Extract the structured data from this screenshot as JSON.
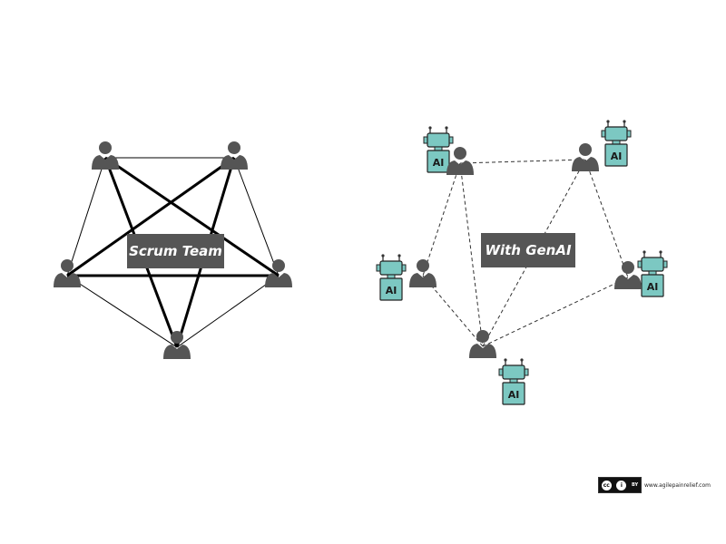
{
  "left": {
    "label": "Scrum Team",
    "style": {
      "person_color": "#555555",
      "line_color": "#000000"
    }
  },
  "right": {
    "label": "With GenAI",
    "ai_badge_text": "AI",
    "style": {
      "ai_color": "#7cc8c2",
      "line_color": "#333333"
    }
  },
  "license": {
    "icons": [
      "cc-icon",
      "attribution-icon"
    ],
    "by_text": "BY",
    "url": "www.agilepainrelief.com"
  }
}
